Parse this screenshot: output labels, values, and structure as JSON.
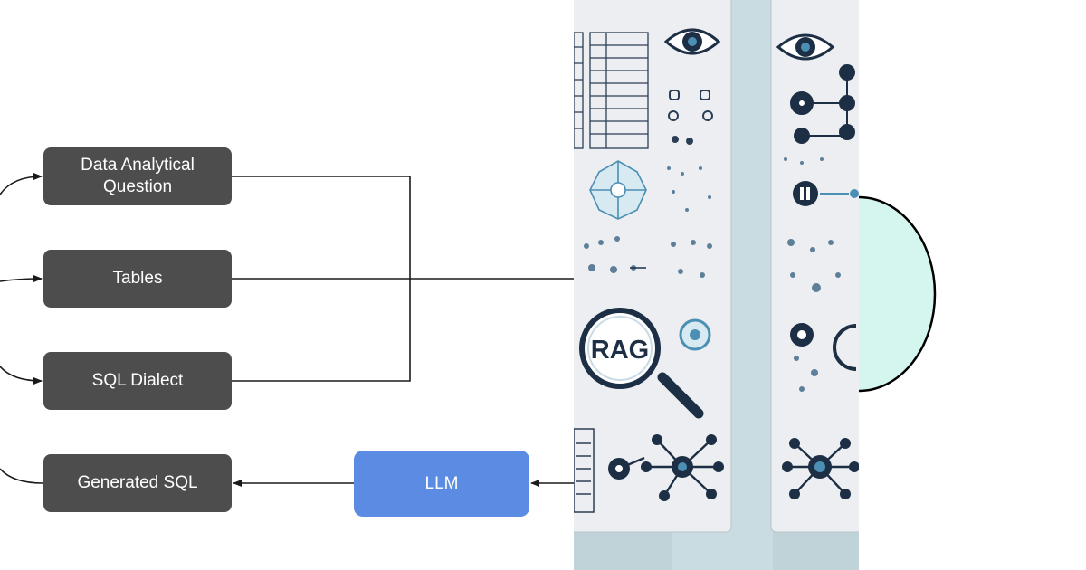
{
  "diagram": {
    "nodes": {
      "question": "Data Analytical Question",
      "tables": "Tables",
      "dialect": "SQL Dialect",
      "generated": "Generated SQL",
      "llm": "LLM"
    },
    "art_text": "RAG"
  },
  "colors": {
    "node_dark": "#4d4d4d",
    "node_llm": "#5b8be3",
    "connector": "#1a1a1a",
    "art_background": "#bfd3d9",
    "panel": "#eceef1",
    "icon_navy": "#1d2f45",
    "icon_blue": "#4c8fb5",
    "mint": "#d5f5ef"
  }
}
